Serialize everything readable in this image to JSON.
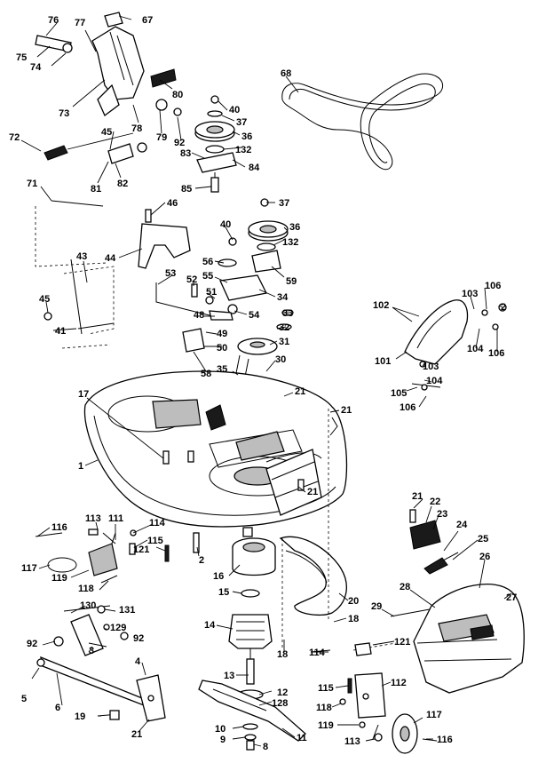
{
  "labels": {
    "p76": "76",
    "p67": "67",
    "p77": "77",
    "p75": "75",
    "p74": "74",
    "p68": "68",
    "p80": "80",
    "p73": "73",
    "p78": "78",
    "p40a": "40",
    "p37a": "37",
    "p36a": "36",
    "p132a": "132",
    "p83": "83",
    "p84": "84",
    "p72": "72",
    "p45a": "45",
    "p79": "79",
    "p92a": "92",
    "p81": "81",
    "p82": "82",
    "p85": "85",
    "p71": "71",
    "p46": "46",
    "p37b": "37",
    "p40b": "40",
    "p36b": "36",
    "p132b": "132",
    "p44": "44",
    "p43": "43",
    "p56": "56",
    "p55": "55",
    "p59": "59",
    "p53": "53",
    "p52": "52",
    "p51": "51",
    "p34": "34",
    "p45b": "45",
    "p48": "48",
    "p54": "54",
    "p33": "33",
    "p41": "41",
    "p102": "102",
    "p103a": "103",
    "p106a": "106",
    "p2a": "2",
    "p49": "49",
    "p50": "50",
    "p32": "32",
    "p31": "31",
    "p104a": "104",
    "p106b": "106",
    "p101": "101",
    "p58": "58",
    "p35": "35",
    "p30": "30",
    "p103b": "103",
    "p104b": "104",
    "p105": "105",
    "p106c": "106",
    "p17": "17",
    "p21a": "21",
    "p21b": "21",
    "p1": "1",
    "p21c": "21",
    "p116a": "116",
    "p113a": "113",
    "p111": "111",
    "p114a": "114",
    "p115a": "115",
    "p117a": "117",
    "p119a": "119",
    "p121a": "121",
    "p2b": "2",
    "p118a": "118",
    "p16": "16",
    "p21d": "21",
    "p22": "22",
    "p23": "23",
    "p24": "24",
    "p25": "25",
    "p26": "26",
    "p27": "27",
    "p28": "28",
    "p29": "29",
    "p15": "15",
    "p20": "20",
    "p130": "130",
    "p131": "131",
    "p14": "14",
    "p18a": "18",
    "p18b": "18",
    "p92b": "92",
    "p129": "129",
    "p92c": "92",
    "p3": "3",
    "p114b": "114",
    "p121b": "121",
    "p4": "4",
    "p5": "5",
    "p6": "6",
    "p13": "13",
    "p12": "12",
    "p128": "128",
    "p115b": "115",
    "p112": "112",
    "p19": "19",
    "p21e": "21",
    "p118b": "118",
    "p11": "11",
    "p119b": "119",
    "p117b": "117",
    "p10": "10",
    "p9": "9",
    "p8": "8",
    "p113b": "113",
    "p116b": "116"
  }
}
